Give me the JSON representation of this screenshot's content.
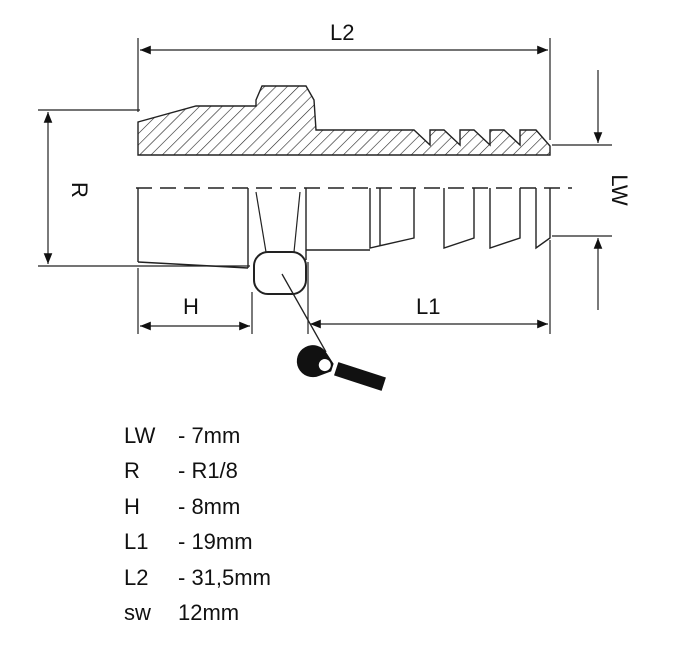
{
  "drawing": {
    "dimension_labels": {
      "L2": "L2",
      "R": "R",
      "LW": "LW",
      "H": "H",
      "L1": "L1"
    },
    "wrench": "wrench-icon"
  },
  "specs": [
    {
      "key": "LW",
      "value": "- 7mm"
    },
    {
      "key": "R",
      "value": "- R1/8"
    },
    {
      "key": "H",
      "value": "- 8mm"
    },
    {
      "key": "L1",
      "value": "- 19mm"
    },
    {
      "key": "L2",
      "value": "- 31,5mm"
    },
    {
      "key": "sw",
      "value": "12mm"
    }
  ]
}
